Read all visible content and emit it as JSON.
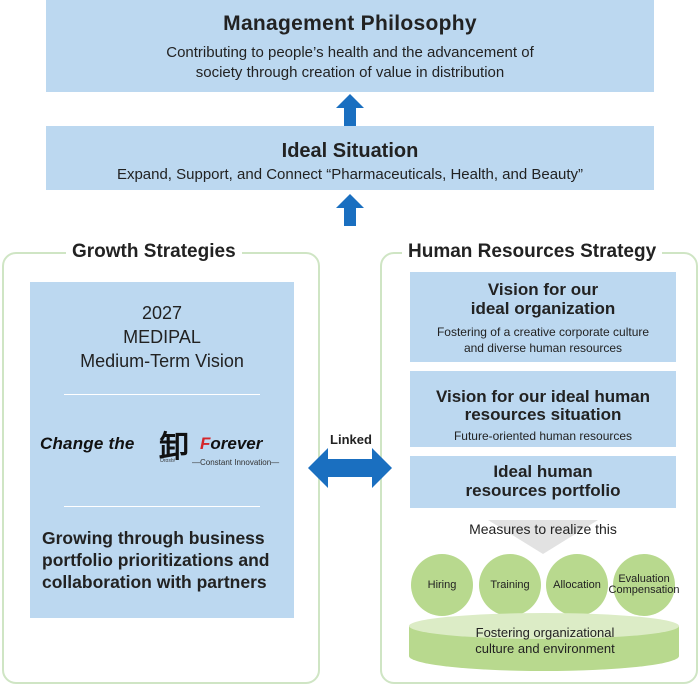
{
  "management": {
    "title": "Management Philosophy",
    "line1": "Contributing to people’s health and the advancement of",
    "line2": "society through creation of value in distribution"
  },
  "ideal_situation": {
    "title": "Ideal Situation",
    "body": "Expand, Support, and Connect “Pharmaceuticals, Health, and Beauty”"
  },
  "growth": {
    "title": "Growth Strategies",
    "vision_lines": [
      "2027",
      "MEDIPAL",
      "Medium-Term Vision"
    ],
    "logo": {
      "change": "Change the",
      "kanji": "卸",
      "forever_first": "F",
      "forever_rest": "orever",
      "oroshi": "Oroshi",
      "tagline": "—Constant Innovation—"
    },
    "text_lines": [
      "Growing through business",
      "portfolio prioritizations and",
      "collaboration with partners"
    ]
  },
  "linked": {
    "label": "Linked"
  },
  "hr": {
    "title": "Human Resources Strategy",
    "box1": {
      "title_lines": [
        "Vision for our",
        "ideal organization"
      ],
      "sub_lines": [
        "Fostering of a creative corporate culture",
        "and diverse human resources"
      ]
    },
    "box2": {
      "title_lines": [
        "Vision for our ideal human",
        "resources situation"
      ],
      "sub_lines": [
        "Future-oriented human resources"
      ]
    },
    "box3": {
      "title_lines": [
        "Ideal human",
        "resources portfolio"
      ]
    },
    "measures_label": "Measures to realize this",
    "measures": [
      {
        "lines": [
          "Hiring"
        ]
      },
      {
        "lines": [
          "Training"
        ]
      },
      {
        "lines": [
          "Allocation"
        ]
      },
      {
        "lines": [
          "Evaluation",
          "Compensation"
        ]
      }
    ],
    "foundation_lines": [
      "Fostering organizational",
      "culture and environment"
    ]
  },
  "colors": {
    "box_blue": "#bcd8f0",
    "arrow_blue": "#1a6fc0",
    "frame_green": "#cfe5c4",
    "circle_green": "#b8d98e",
    "logo_red": "#d4262a"
  }
}
